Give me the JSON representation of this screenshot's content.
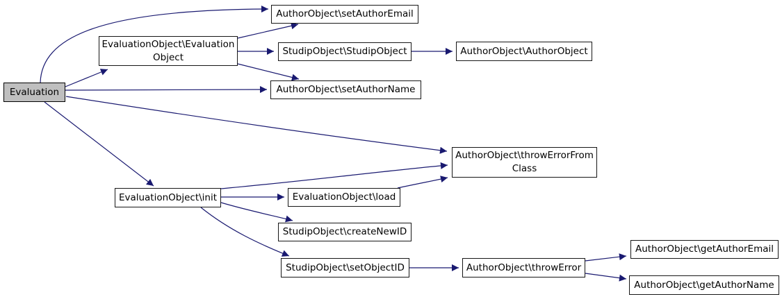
{
  "diagram": {
    "type": "call-graph",
    "colors": {
      "edge": "#191970",
      "node_border": "#161616",
      "node_fill": "#ffffff",
      "highlight_fill": "#bfbfbf",
      "background": "#ffffff",
      "text": "#000000"
    },
    "nodes": {
      "evaluation": {
        "label": "Evaluation",
        "highlighted": true
      },
      "evaluation_object": {
        "line1": "EvaluationObject\\Evaluation",
        "line2": "Object"
      },
      "set_author_email": {
        "label": "AuthorObject\\setAuthorEmail"
      },
      "studip_object": {
        "label": "StudipObject\\StudipObject"
      },
      "author_object": {
        "label": "AuthorObject\\AuthorObject"
      },
      "set_author_name": {
        "label": "AuthorObject\\setAuthorName"
      },
      "throw_error_from_class": {
        "line1": "AuthorObject\\throwErrorFrom",
        "line2": "Class"
      },
      "init": {
        "label": "EvaluationObject\\init"
      },
      "load": {
        "label": "EvaluationObject\\load"
      },
      "create_new_id": {
        "label": "StudipObject\\createNewID"
      },
      "set_object_id": {
        "label": "StudipObject\\setObjectID"
      },
      "throw_error": {
        "label": "AuthorObject\\throwError"
      },
      "get_author_email": {
        "label": "AuthorObject\\getAuthorEmail"
      },
      "get_author_name": {
        "label": "AuthorObject\\getAuthorName"
      }
    },
    "edges": [
      {
        "from": "evaluation",
        "to": "set_author_email"
      },
      {
        "from": "evaluation",
        "to": "evaluation_object"
      },
      {
        "from": "evaluation",
        "to": "set_author_name"
      },
      {
        "from": "evaluation",
        "to": "throw_error_from_class"
      },
      {
        "from": "evaluation",
        "to": "init"
      },
      {
        "from": "evaluation_object",
        "to": "set_author_email"
      },
      {
        "from": "evaluation_object",
        "to": "studip_object"
      },
      {
        "from": "evaluation_object",
        "to": "set_author_name"
      },
      {
        "from": "studip_object",
        "to": "author_object"
      },
      {
        "from": "init",
        "to": "throw_error_from_class"
      },
      {
        "from": "init",
        "to": "load"
      },
      {
        "from": "init",
        "to": "create_new_id"
      },
      {
        "from": "init",
        "to": "set_object_id"
      },
      {
        "from": "load",
        "to": "throw_error_from_class"
      },
      {
        "from": "set_object_id",
        "to": "throw_error"
      },
      {
        "from": "throw_error",
        "to": "get_author_email"
      },
      {
        "from": "throw_error",
        "to": "get_author_name"
      }
    ]
  }
}
